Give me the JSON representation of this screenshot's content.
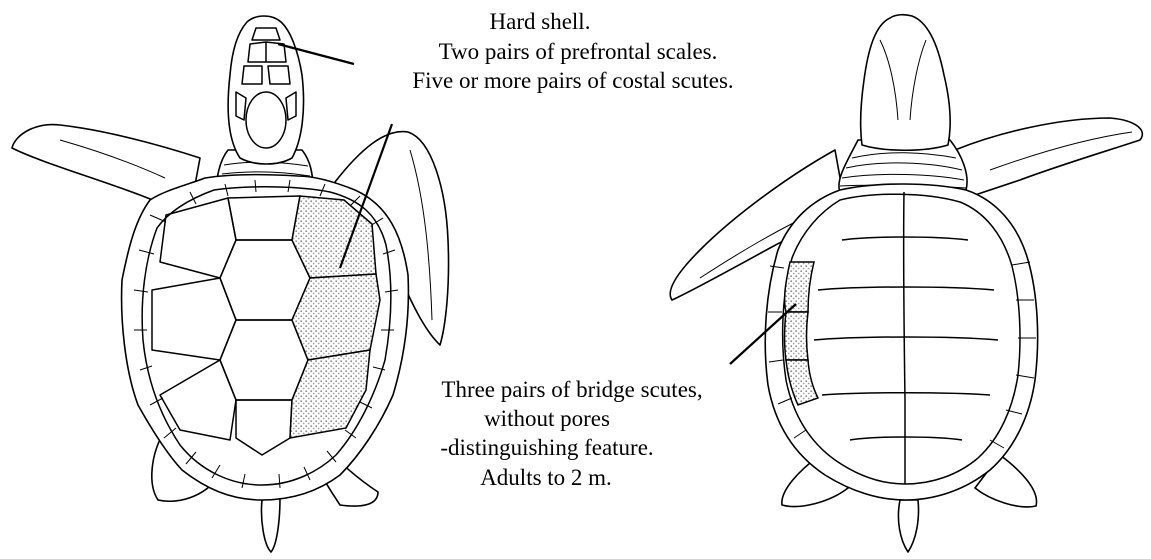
{
  "annotations": {
    "top": [
      "Hard shell.",
      "Two pairs of prefrontal scales.",
      "Five or more pairs of costal scutes."
    ],
    "bottom": [
      "Three pairs of bridge scutes,",
      "without pores",
      "-distinguishing feature.",
      "Adults to 2 m."
    ]
  },
  "colors": {
    "ink": "#000000",
    "background": "#ffffff",
    "stipple": "#9a9a9a"
  }
}
